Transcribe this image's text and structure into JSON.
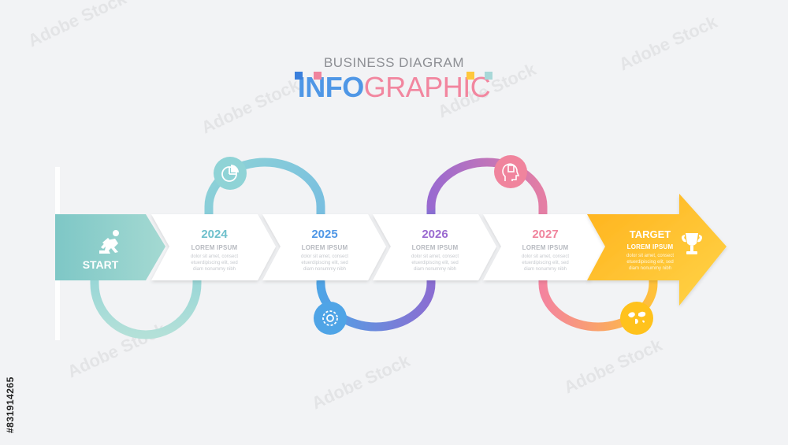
{
  "header": {
    "subtitle": "BUSINESS DIAGRAM",
    "title_part1": "INFO",
    "title_part2": "GRAPHIC"
  },
  "start": {
    "label": "START",
    "icon": "runner-start-icon"
  },
  "steps": [
    {
      "year": "2024",
      "heading": "LOREM IPSUM",
      "line1": "dolor sit amet, consect",
      "line2": "etuerdipiscing elit, sed",
      "line3": "diam nonummy nibh",
      "color": "#7ec8d2",
      "icon": "pie-chart-icon"
    },
    {
      "year": "2025",
      "heading": "LOREM IPSUM",
      "line1": "dolor sit amet, consect",
      "line2": "etuerdipiscing elit, sed",
      "line3": "diam nonummy nibh",
      "color": "#4fa4e6",
      "icon": "gear-icon"
    },
    {
      "year": "2026",
      "heading": "LOREM IPSUM",
      "line1": "dolor sit amet, consect",
      "line2": "etuerdipiscing elit, sed",
      "line3": "diam nonummy nibh",
      "color": "#9a6ad0",
      "icon": "head-brain-icon"
    },
    {
      "year": "2027",
      "heading": "LOREM IPSUM",
      "line1": "dolor sit amet, consect",
      "line2": "etuerdipiscing elit, sed",
      "line3": "diam nonummy nibh",
      "color": "#f0849d",
      "icon": "world-map-icon"
    }
  ],
  "target": {
    "label": "TARGET",
    "heading": "LOREM IPSUM",
    "line1": "dolor sit amet, consect",
    "line2": "etuerdipiscing elit, sed",
    "line3": "diam nonummy nibh",
    "icon": "trophy-icon"
  },
  "colors": {
    "teal": "#8fd0d2",
    "blue": "#4f97e6",
    "purple": "#9a6ad0",
    "pink": "#f0849d",
    "yellow": "#ffc21c",
    "header_squares": [
      "#3a7fdc",
      "#f0849d",
      "#ffc83c",
      "#a8d8d8"
    ]
  },
  "stock_id": "#831914265"
}
